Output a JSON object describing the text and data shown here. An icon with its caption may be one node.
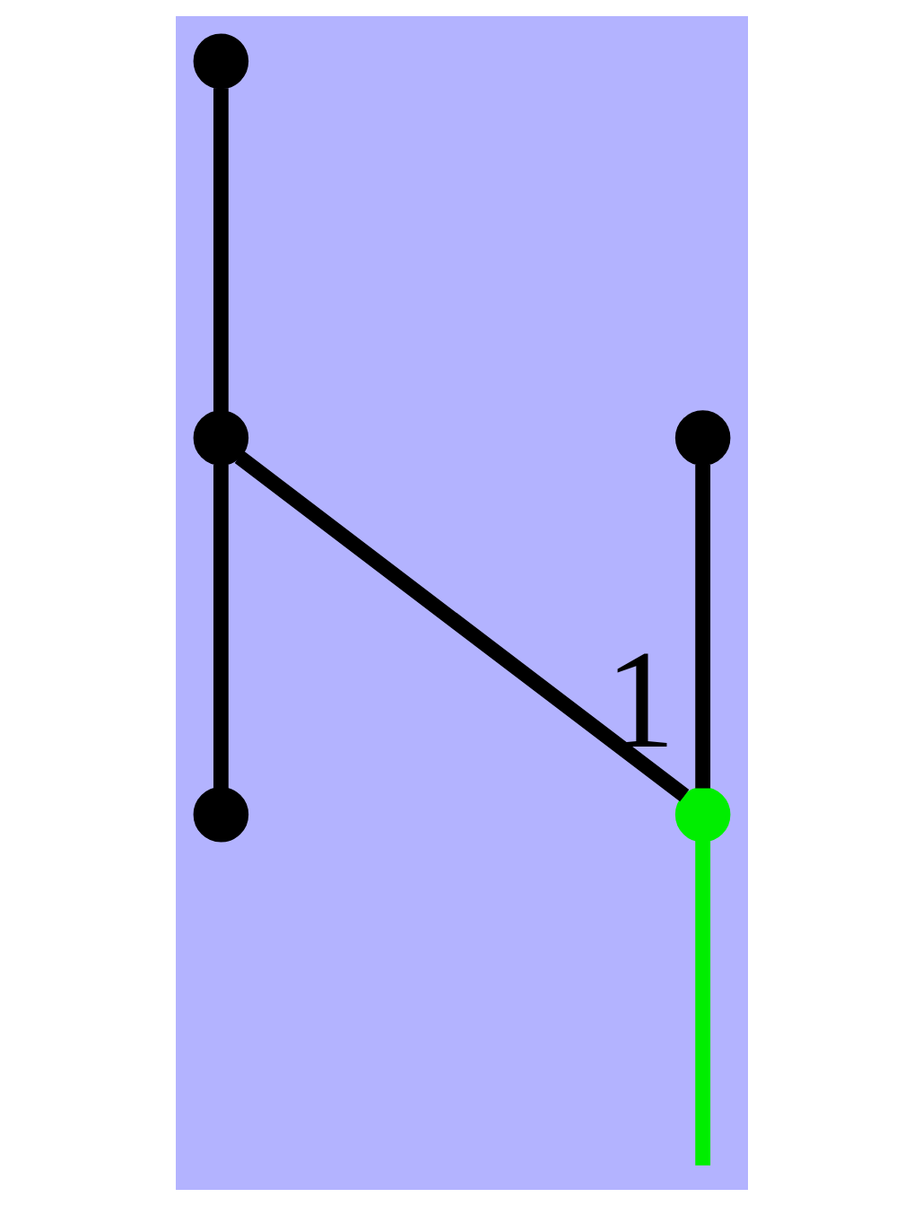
{
  "diagram": {
    "nodes": [
      {
        "text": [],
        "shape": "circle"
      },
      {
        "text": [],
        "shape": "circle"
      },
      {
        "text": [],
        "shape": "circle"
      },
      {
        "text": [],
        "shape": "circle"
      },
      {
        "text": [],
        "shape": "circle",
        "beside": [
          "1"
        ]
      }
    ],
    "edges": [
      {
        "from": 0,
        "to": 1,
        "arrow": "none"
      },
      {
        "from": 1,
        "to": 2,
        "arrow": "none"
      },
      {
        "from": 1,
        "to": 4,
        "arrow": "none"
      },
      {
        "from": 3,
        "to": 4,
        "arrow": "none"
      },
      {
        "from": 4,
        "to": null,
        "arrow": "none",
        "color": "#00ee00"
      }
    ]
  }
}
